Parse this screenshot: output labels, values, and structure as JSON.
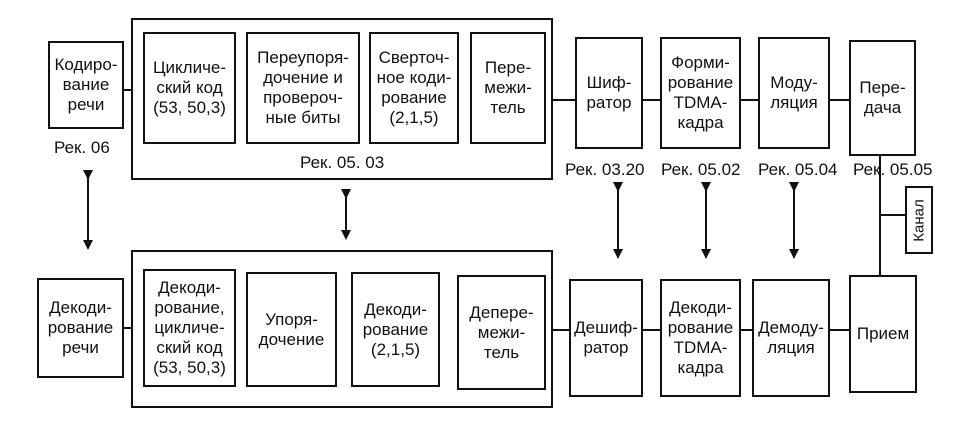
{
  "top": {
    "speech_coding": "Кодиро-\nвание\nречи",
    "cyclic_code": "Цикличе-\nский код\n(53, 50,3)",
    "reorder": "Переупоря-\nдочение и\nпроверoч-\nные биты",
    "conv_code": "Сверточ-\nное коди-\nрование\n(2,1,5)",
    "interleaver": "Пере-\nмежи-\nтель",
    "cipher": "Шиф-\nратор",
    "tdma_form": "Форми-\nрование\nTDMA-\nкадра",
    "modulation": "Моду-\nляция",
    "transmit": "Пере-\nдача"
  },
  "bottom": {
    "speech_decoding": "Декоди-\nрование\nречи",
    "decoding_cyclic": "Декоди-\nрование,\nцикличе-\nский код\n(53, 50,3)",
    "ordering": "Упоря-\nдочение",
    "decoding_conv": "Декоди-\nрование\n(2,1,5)",
    "deinterleaver": "Депере-\nмежи-\nтель",
    "decipher": "Дешиф-\nратор",
    "tdma_decode": "Декоди-\nрование\nTDMA-\nкадра",
    "demodulation": "Демоду-\nляция",
    "receive": "Прием"
  },
  "channel": "Канал",
  "refs": {
    "rec_06": "Рек. 06",
    "rec_0503": "Рек. 05. 03",
    "rec_0320": "Рек. 03.20",
    "rec_0502": "Рек. 05.02",
    "rec_0504": "Рек. 05.04",
    "rec_0505": "Рек. 05.05"
  }
}
